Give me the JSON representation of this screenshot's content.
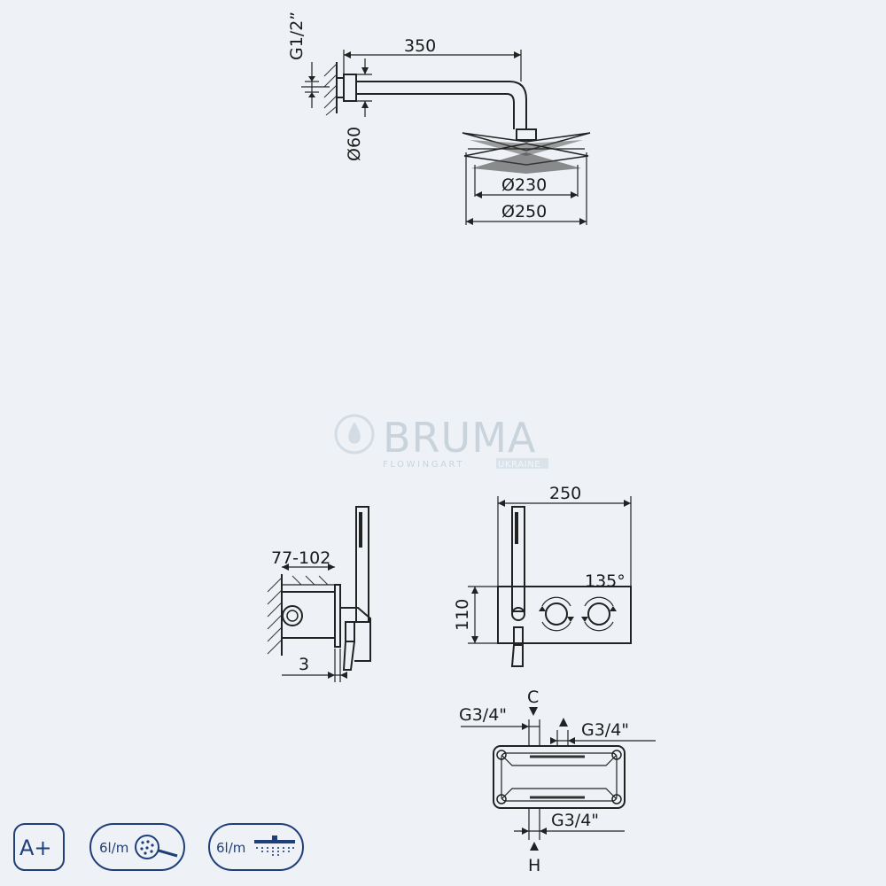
{
  "brand": {
    "name": "BRUMA",
    "tagline": "FLOWINGART",
    "region": "UKRAINE",
    "color": "#c9d3dc"
  },
  "top_view": {
    "thread_label": "G1/2”",
    "arm_length": "350",
    "flange_diameter": "Ø60",
    "head_inner_diameter": "Ø230",
    "head_outer_diameter": "Ø250"
  },
  "side_view": {
    "depth_range": "77-102",
    "gap": "3"
  },
  "front_view": {
    "width": "250",
    "height": "110",
    "rotation": "135°"
  },
  "bottom_view": {
    "port_c": "C",
    "port_h": "H",
    "thread_left": "G3/4\"",
    "thread_right": "G3/4\"",
    "thread_bottom": "G3/4\""
  },
  "badges": {
    "energy_class": "A+",
    "handshower_flow": "6l/m",
    "headshower_flow": "6l/m",
    "accent_color": "#1f3f7a"
  }
}
